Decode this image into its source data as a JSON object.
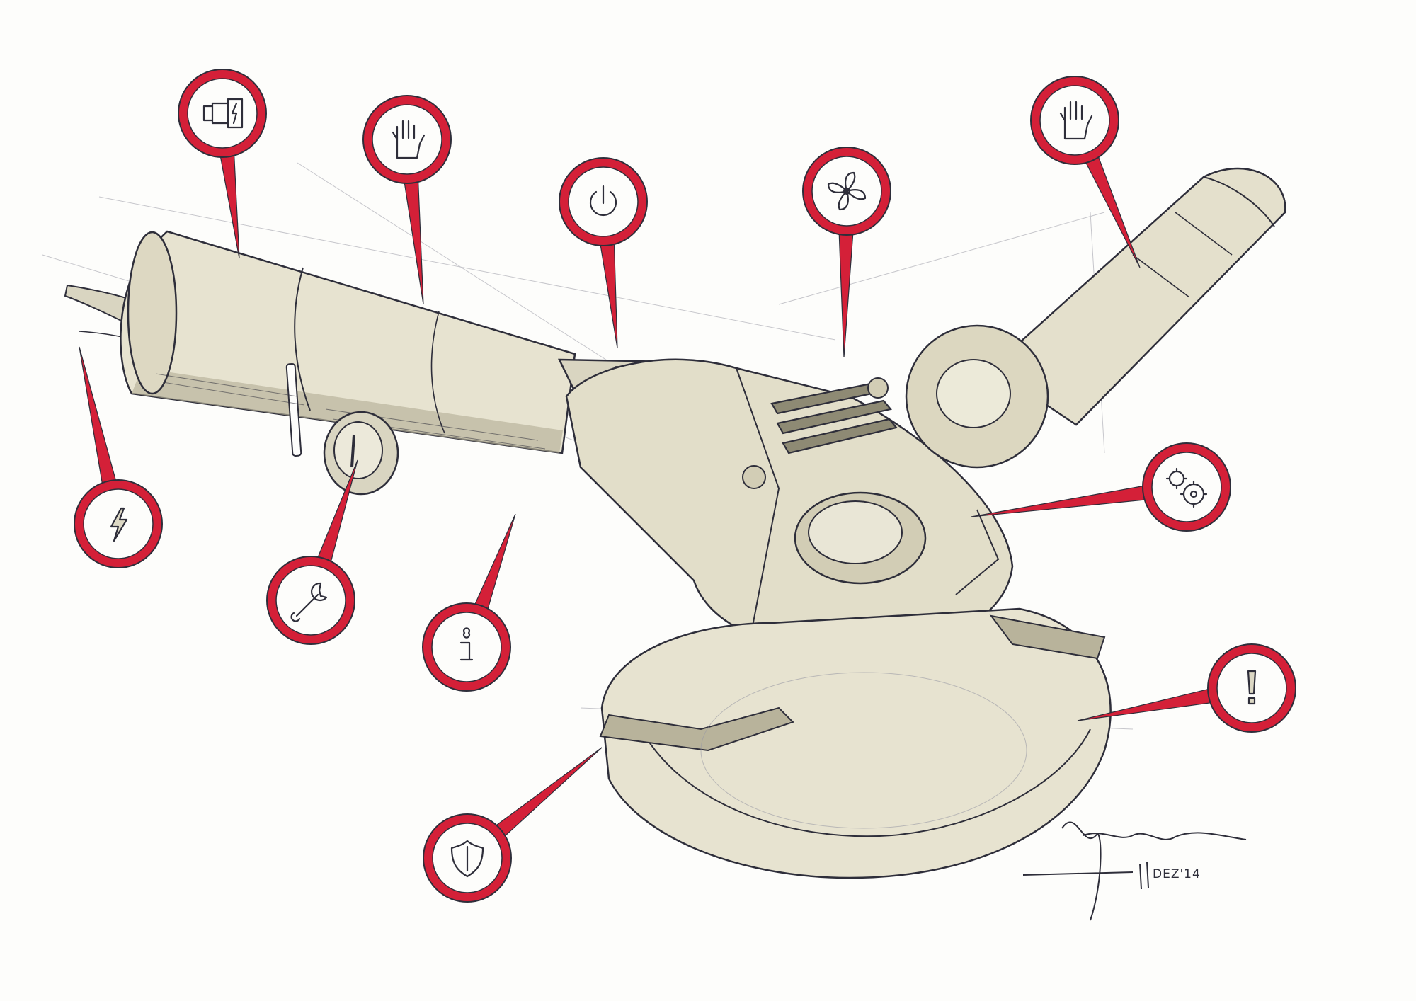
{
  "colors": {
    "accent": "#d42038",
    "ink": "#2e2e3a",
    "marker": "#e6e2cf",
    "marker_shadow": "#a9a48c",
    "paper": "#fdfdfb"
  },
  "callouts": [
    {
      "id": "power-supply",
      "icon": "lightning-icon"
    },
    {
      "id": "motor",
      "icon": "motor-icon"
    },
    {
      "id": "grip-body",
      "icon": "hand-icon"
    },
    {
      "id": "power-switch",
      "icon": "power-icon"
    },
    {
      "id": "cooling-vents",
      "icon": "fan-icon"
    },
    {
      "id": "side-handle",
      "icon": "hand-icon"
    },
    {
      "id": "gearbox",
      "icon": "gears-icon"
    },
    {
      "id": "brush-service",
      "icon": "wrench-icon"
    },
    {
      "id": "information",
      "icon": "info-icon"
    },
    {
      "id": "protection-guard",
      "icon": "shield-icon"
    },
    {
      "id": "warning",
      "icon": "exclamation-icon"
    }
  ],
  "signature": {
    "date": "DEZ'14"
  }
}
